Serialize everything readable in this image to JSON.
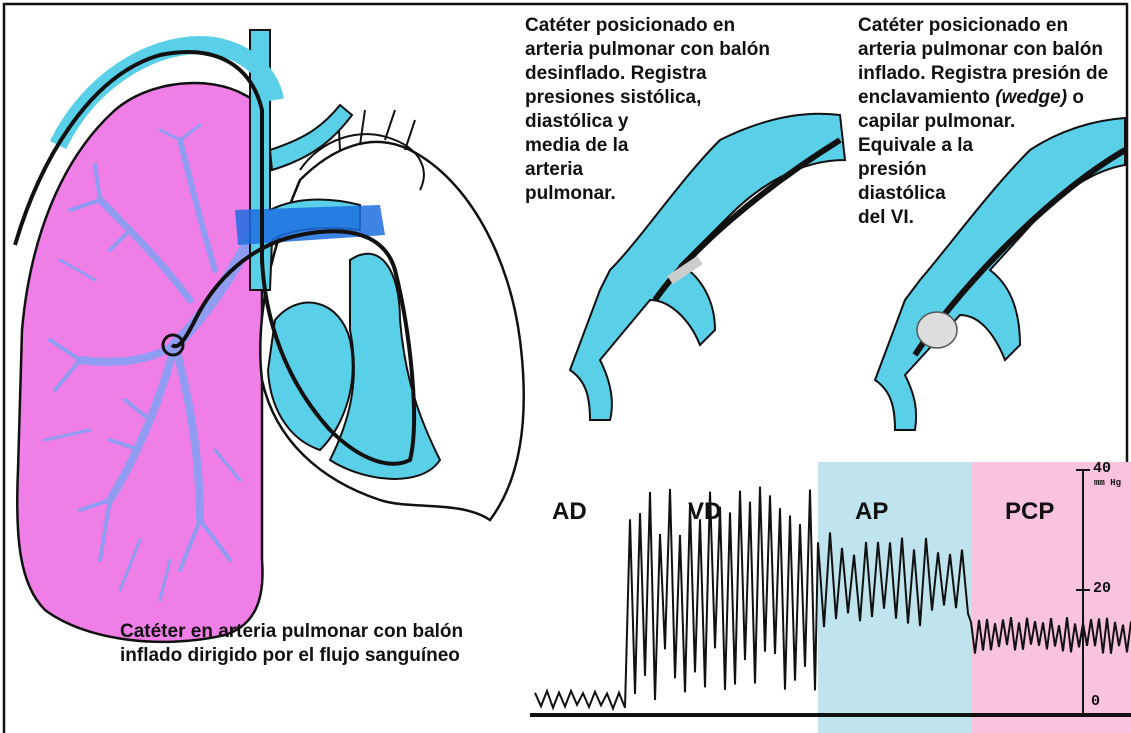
{
  "captions": {
    "deflated": [
      "Catéter posicionado en",
      "arteria pulmonar con balón",
      "desinflado. Registra",
      "presiones sistólica,",
      "diastólica y",
      "media de la",
      "arteria",
      "pulmonar."
    ],
    "inflated_lines": [
      "Catéter posicionado en",
      "arteria pulmonar con balón",
      "inflado. Registra presión de"
    ],
    "inflated_line4_pre": "enclavamiento ",
    "inflated_line4_italic": "(wedge)",
    "inflated_line4_post": " o",
    "inflated_lines_rest": [
      "capilar pulmonar.",
      "Equivale a la",
      "presión",
      "diastólica",
      "del VI."
    ],
    "catheter": [
      "Catéter en arteria pulmonar con balón",
      "inflado dirigido por el flujo sanguíneo"
    ]
  },
  "waveform": {
    "section_labels": [
      "AD",
      "VD",
      "AP",
      "PCP"
    ],
    "axis_ticks": [
      "40",
      "20",
      "0"
    ],
    "axis_unit": "mm Hg",
    "pressure_mmHg": {
      "AD": {
        "min": 1,
        "max": 4
      },
      "VD": {
        "min": 2,
        "max": 38
      },
      "AP": {
        "min": 14,
        "max": 30
      },
      "PCP": {
        "min": 10,
        "max": 16
      }
    }
  },
  "colors": {
    "lung": "#ef7fe6",
    "vessel": "#5ad0e8",
    "vessel_dark": "#1d6fe0",
    "branch": "#8f9cf2",
    "ap_band": "#bfe4ee",
    "pcp_band": "#f9c3df",
    "outline": "#111111"
  }
}
